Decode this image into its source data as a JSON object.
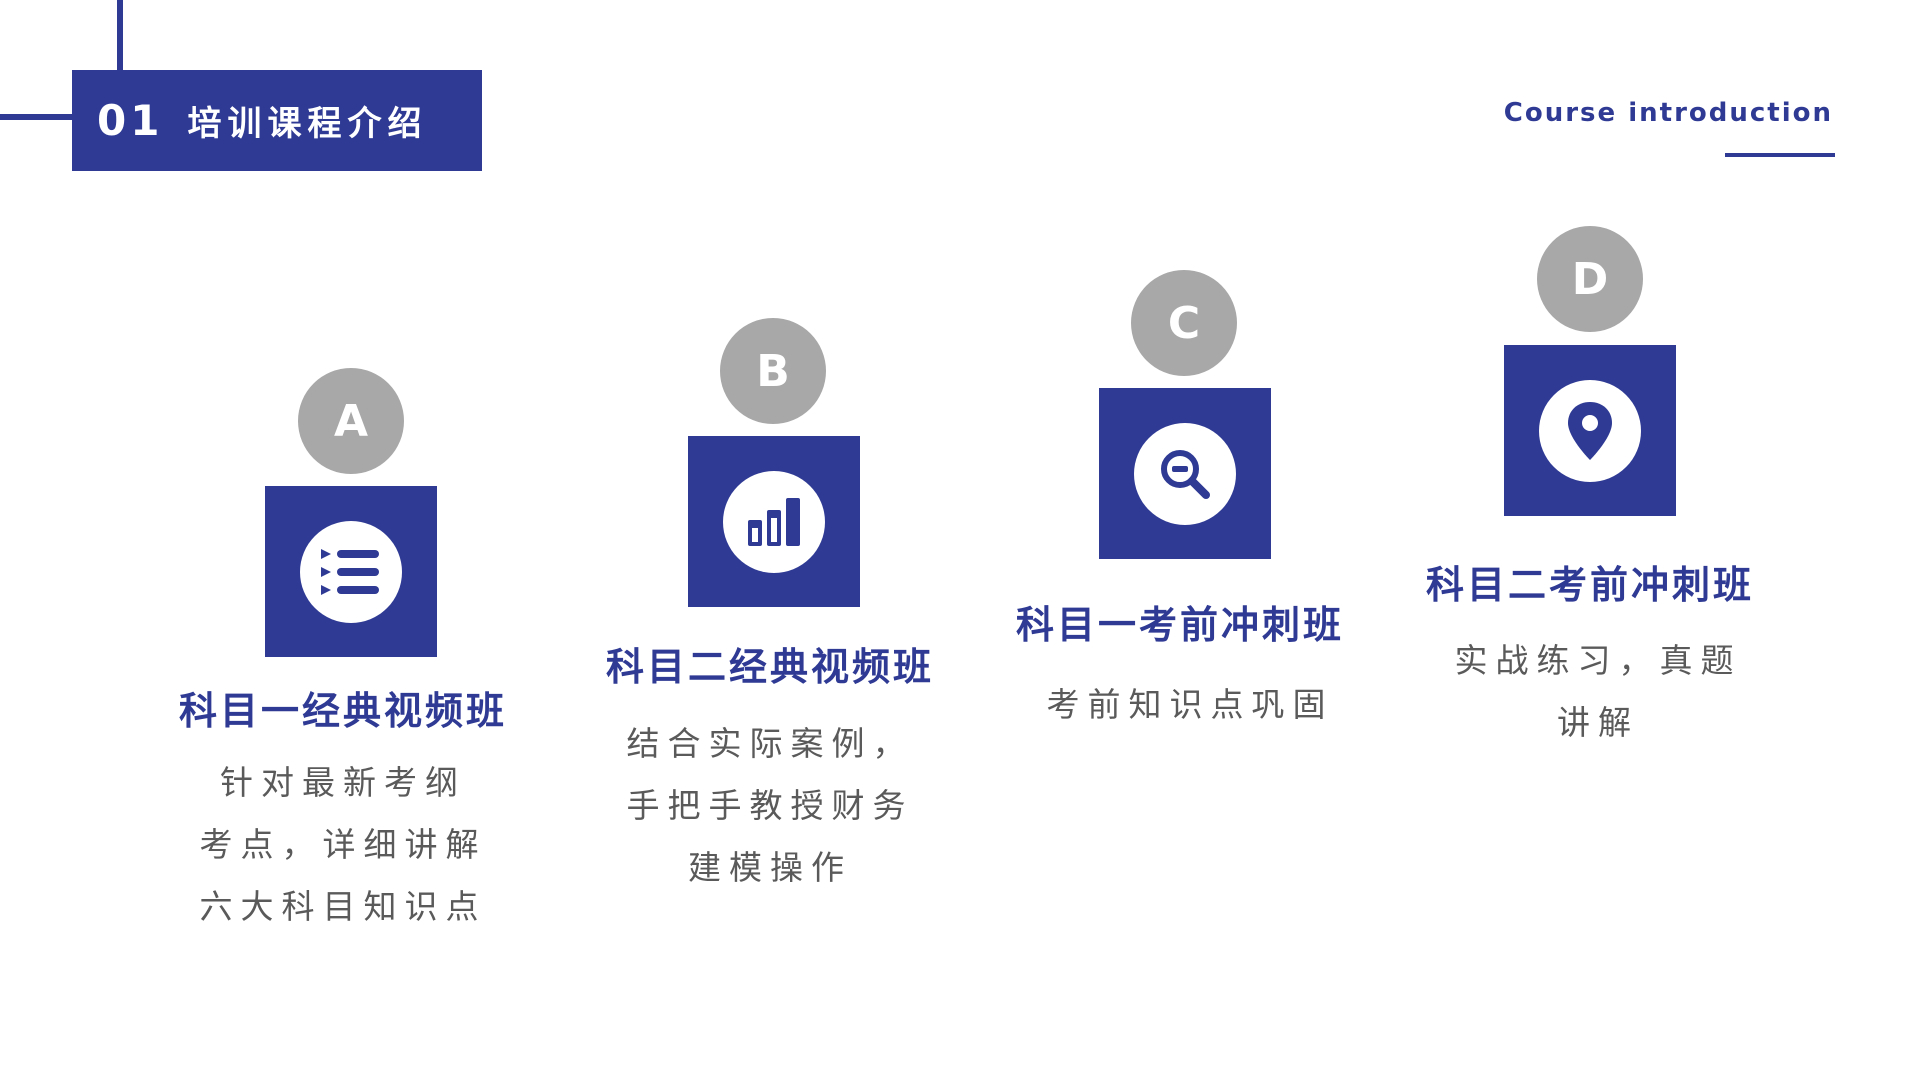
{
  "header": {
    "number": "01",
    "title": "培训课程介绍",
    "subtitle_en": "Course introduction"
  },
  "colors": {
    "accent": "#2e3a94",
    "badge": "#a8a8a8",
    "text_body": "#5a5a5a",
    "background": "#ffffff"
  },
  "cards": [
    {
      "letter": "A",
      "icon": "list-icon",
      "title": "科目一经典视频班",
      "lines": [
        "针对最新考纲",
        "考点，详细讲解",
        "六大科目知识点"
      ]
    },
    {
      "letter": "B",
      "icon": "bar-chart-icon",
      "title": "科目二经典视频班",
      "lines": [
        "结合实际案例，",
        "手把手教授财务",
        "建模操作"
      ]
    },
    {
      "letter": "C",
      "icon": "zoom-out-icon",
      "title": "科目一考前冲刺班",
      "lines": [
        "考前知识点巩固"
      ]
    },
    {
      "letter": "D",
      "icon": "location-pin-icon",
      "title": "科目二考前冲刺班",
      "lines": [
        "实战练习，真题",
        "讲解"
      ]
    }
  ]
}
